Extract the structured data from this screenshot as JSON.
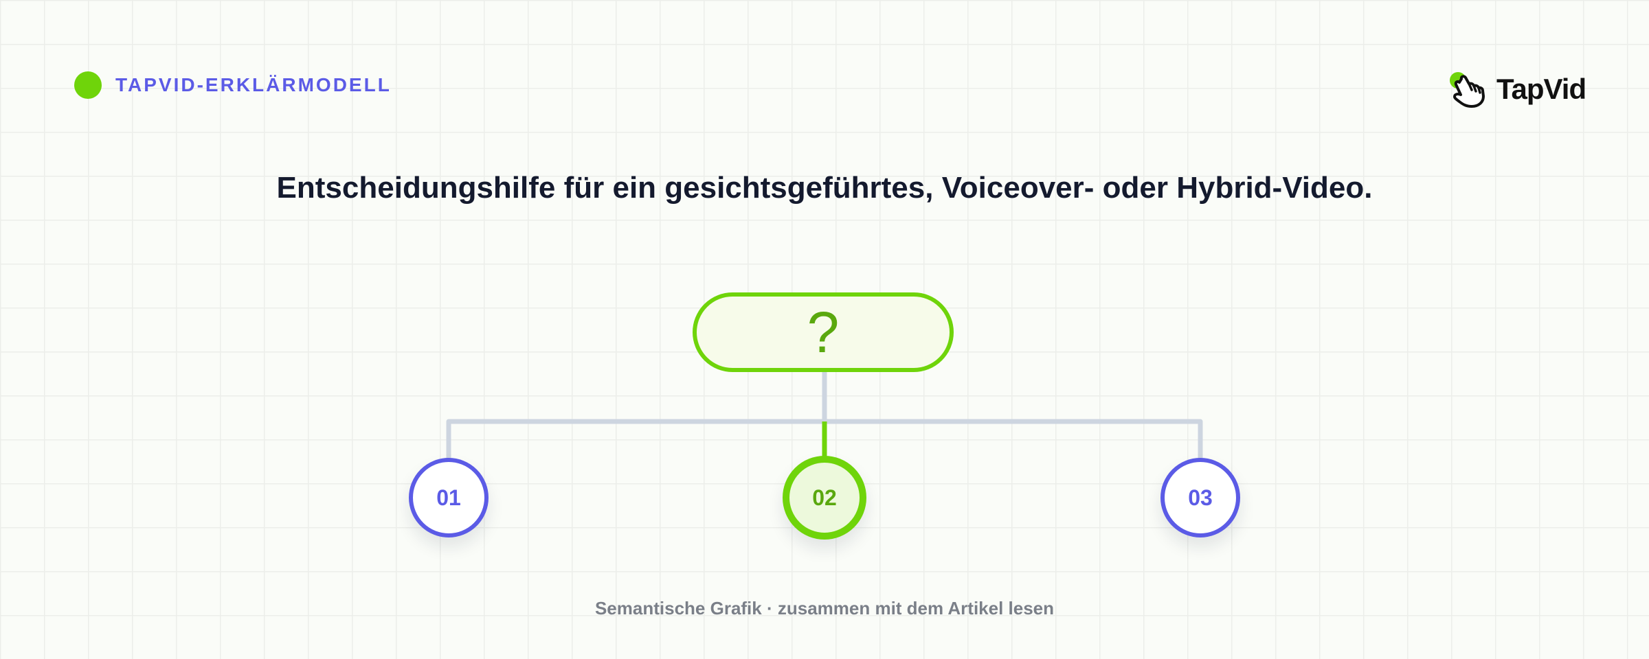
{
  "header": {
    "eyebrow": "TAPVID-ERKLÄRMODELL",
    "logo_text": "TapVid"
  },
  "title": "Entscheidungshilfe für ein gesichtsgeführtes, Voiceover- oder Hybrid-Video.",
  "diagram": {
    "root_label": "?",
    "nodes": [
      {
        "label": "01",
        "active": false
      },
      {
        "label": "02",
        "active": true
      },
      {
        "label": "03",
        "active": false
      }
    ]
  },
  "caption": "Semantische Grafik · zusammen mit dem Artikel lesen",
  "colors": {
    "accent_green": "#6fd40a",
    "accent_purple": "#5b5be6",
    "connector_gray": "#cdd5e0",
    "title": "#141a2e"
  }
}
